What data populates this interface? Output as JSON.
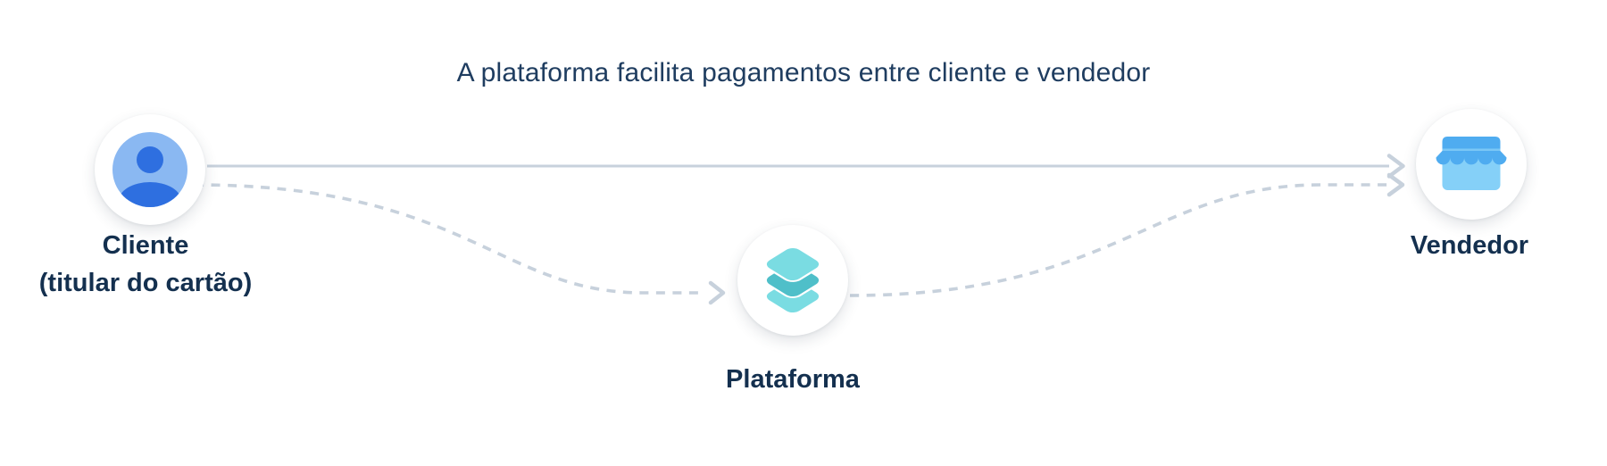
{
  "diagram": {
    "title": "A plataforma facilita pagamentos entre cliente e vendedor",
    "nodes": [
      {
        "id": "cliente",
        "label": "Cliente",
        "sublabel": "(titular do cartão)",
        "icon": "user-icon"
      },
      {
        "id": "plataforma",
        "label": "Plataforma",
        "sublabel": "",
        "icon": "layers-icon"
      },
      {
        "id": "vendedor",
        "label": "Vendedor",
        "sublabel": "",
        "icon": "storefront-icon"
      }
    ],
    "edges": [
      {
        "from": "cliente",
        "to": "vendedor",
        "style": "solid"
      },
      {
        "from": "cliente",
        "to": "plataforma",
        "style": "dashed"
      },
      {
        "from": "plataforma",
        "to": "vendedor",
        "style": "dashed"
      }
    ]
  },
  "colors": {
    "navy_text": "#14304F",
    "title_text": "#1F3D60",
    "line": "#C7D1DC",
    "avatar_bg": "#8AB8F2",
    "avatar_fg": "#2E6FE0",
    "store_primary": "#4FACF0",
    "store_separator": "#7BC7F6",
    "store_body": "#85D0F8",
    "layer_light": "#7ADCE2",
    "layer_dark": "#4FBFC9",
    "node_bg": "#FFFFFF"
  }
}
